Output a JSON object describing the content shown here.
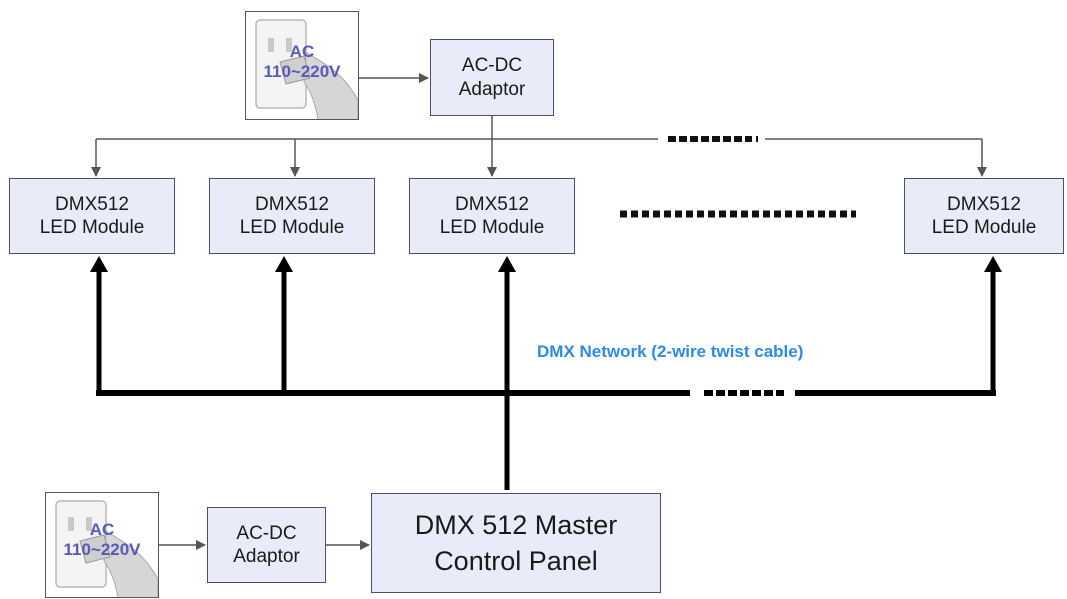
{
  "power_sources": [
    {
      "ac_label": "AC",
      "voltage": "110~220V"
    },
    {
      "ac_label": "AC",
      "voltage": "110~220V"
    }
  ],
  "adaptors": [
    {
      "line1": "AC-DC",
      "line2": "Adaptor"
    },
    {
      "line1": "AC-DC",
      "line2": "Adaptor"
    }
  ],
  "led_modules": [
    {
      "line1": "DMX512",
      "line2": "LED Module"
    },
    {
      "line1": "DMX512",
      "line2": "LED Module"
    },
    {
      "line1": "DMX512",
      "line2": "LED Module"
    },
    {
      "line1": "DMX512",
      "line2": "LED Module"
    }
  ],
  "master_panel": {
    "line1": "DMX 512 Master",
    "line2": "Control Panel"
  },
  "network_label": "DMX Network (2-wire twist cable)",
  "colors": {
    "box_fill": "#e9ecf8",
    "box_border": "#4a4f70",
    "network_label": "#2b8be8",
    "ac_label": "#5a5ab8"
  }
}
